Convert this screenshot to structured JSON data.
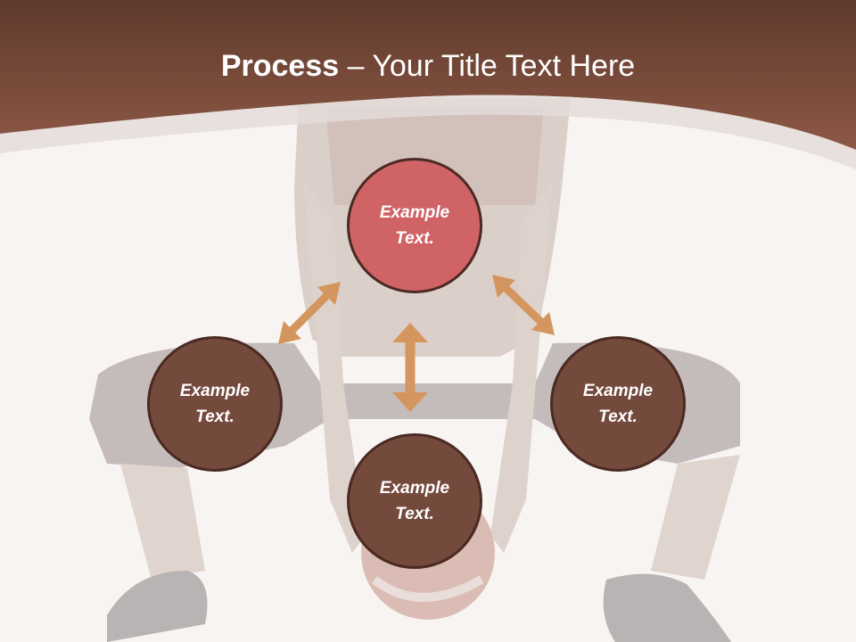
{
  "title": {
    "bold": "Process",
    "rest": " – Your Title Text Here"
  },
  "nodes": {
    "top": {
      "line1": "Example",
      "line2": "Text."
    },
    "left": {
      "line1": "Example",
      "line2": "Text."
    },
    "right": {
      "line1": "Example",
      "line2": "Text."
    },
    "bottom": {
      "line1": "Example",
      "line2": "Text."
    }
  },
  "colors": {
    "header": "#8a5442",
    "top_node": "#cf6366",
    "other_nodes": "#744a3c",
    "arrows": "#d4965e"
  },
  "background_image": "faded photo of woman squatting holding a ball"
}
